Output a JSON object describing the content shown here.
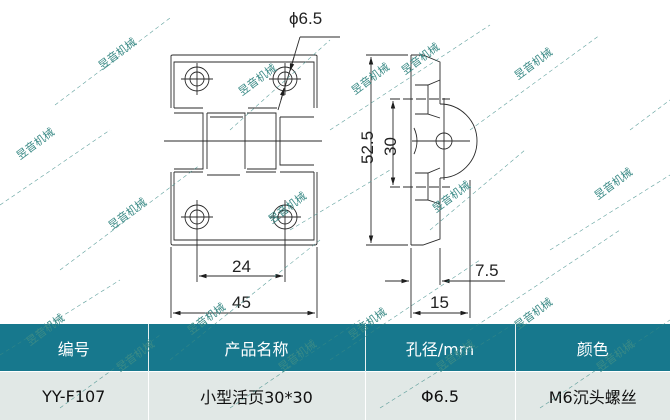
{
  "drawing": {
    "dimensions": {
      "hole_diameter": "ϕ6.5",
      "total_height": "52.5",
      "hole_spacing_vertical": "30",
      "hole_spacing_horizontal": "24",
      "total_width": "45",
      "side_thickness": "15",
      "side_offset": "7.5"
    },
    "watermark": "昱音机械"
  },
  "table": {
    "headers": [
      "编号",
      "产品名称",
      "孔径/mm",
      "颜色"
    ],
    "rows": [
      [
        "YY-F107",
        "小型活页30*30",
        "Φ6.5",
        "M6沉头螺丝"
      ]
    ]
  },
  "colors": {
    "header_bg": "#17788d",
    "row_bg": "#e1e8e6",
    "watermark": "#3a8a86",
    "line": "#222222"
  }
}
